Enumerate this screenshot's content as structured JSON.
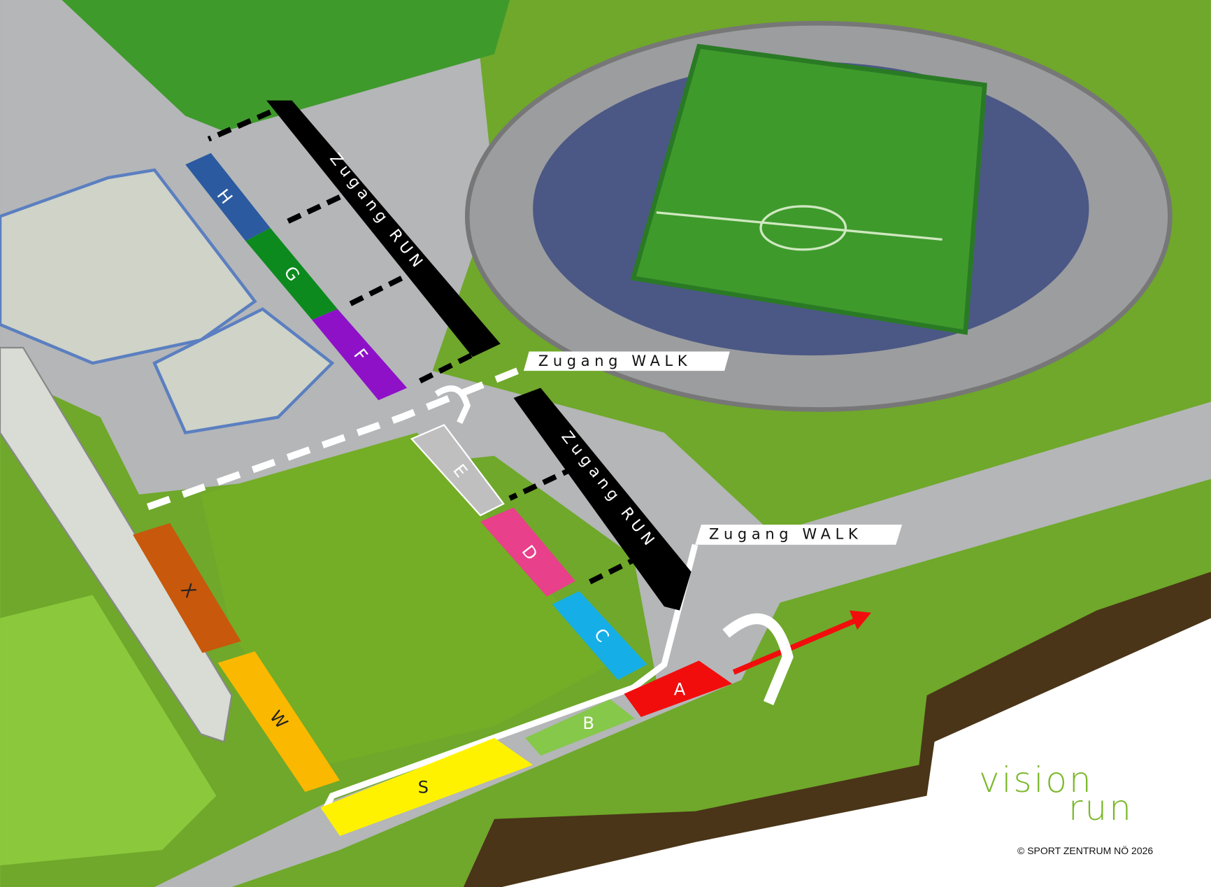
{
  "map": {
    "access_labels": {
      "run_1": "Zugang RUN",
      "run_2": "Zugang RUN",
      "walk_1": "Zugang WALK",
      "walk_2": "Zugang WALK"
    },
    "zones": [
      {
        "id": "H",
        "color": "#2b5aa0"
      },
      {
        "id": "G",
        "color": "#0c8a1e"
      },
      {
        "id": "F",
        "color": "#8e11c8"
      },
      {
        "id": "E",
        "color": "#bfbfbf"
      },
      {
        "id": "D",
        "color": "#e8408a"
      },
      {
        "id": "C",
        "color": "#16aee6"
      },
      {
        "id": "A",
        "color": "#f20d0d"
      },
      {
        "id": "B",
        "color": "#86c84a"
      },
      {
        "id": "S",
        "color": "#fff200"
      },
      {
        "id": "W",
        "color": "#fbb800"
      },
      {
        "id": "X",
        "color": "#c8580c"
      }
    ]
  },
  "brand": {
    "logo_line1": "vision",
    "logo_line2": "run",
    "copyright": "© SPORT ZENTRUM NÖ 2026"
  }
}
